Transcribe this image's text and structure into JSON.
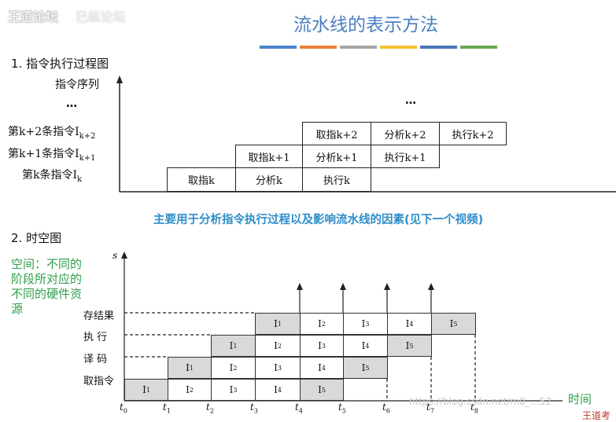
{
  "logo": {
    "text": "王道论坛",
    "sub": "已纵论坛"
  },
  "title": "流水线的表示方法",
  "color_bar": [
    "#4a86c8",
    "#e8823a",
    "#a5a5a5",
    "#f2c12e",
    "#4a74b8",
    "#6aa84f"
  ],
  "section1": {
    "heading": "1. 指令执行过程图",
    "y_axis_label": "指令序列",
    "dots": "…",
    "rows": [
      {
        "label": "第k+2条指令I",
        "sub": "k+2",
        "cells": [
          "取指k+2",
          "分析k+2",
          "执行k+2"
        ]
      },
      {
        "label": "第k+1条指令I",
        "sub": "k+1",
        "cells": [
          "取指k+1",
          "分析k+1",
          "执行k+1"
        ]
      },
      {
        "label": "第k条指令I",
        "sub": "k",
        "cells": [
          "取指k",
          "分析k",
          "执行k"
        ]
      }
    ]
  },
  "note": "主要用于分析指令执行过程以及影响流水线的因素(见下一个视频)",
  "section2": {
    "heading": "2. 时空图",
    "space_note": "空间：不同的阶段所对应的不同的硬件资源",
    "y_axis_label": "s",
    "x_axis_label": "时间",
    "stages": [
      "存结果",
      "执 行",
      "译 码",
      "取指令"
    ],
    "instr_prefix": "I",
    "ticks": [
      "0",
      "1",
      "2",
      "3",
      "4",
      "5",
      "6",
      "7",
      "8"
    ],
    "tick_prefix": "t",
    "stage_rows": [
      [
        0,
        1,
        2,
        3,
        4
      ],
      [
        0,
        1,
        2,
        3,
        4
      ],
      [
        0,
        1,
        2,
        3,
        4
      ],
      [
        0,
        1,
        2,
        3,
        4
      ]
    ],
    "labels": [
      "1",
      "2",
      "3",
      "4",
      "5"
    ]
  },
  "watermark": "https://blog.csdn.net/m0_…52",
  "watermark_red": "王道考"
}
